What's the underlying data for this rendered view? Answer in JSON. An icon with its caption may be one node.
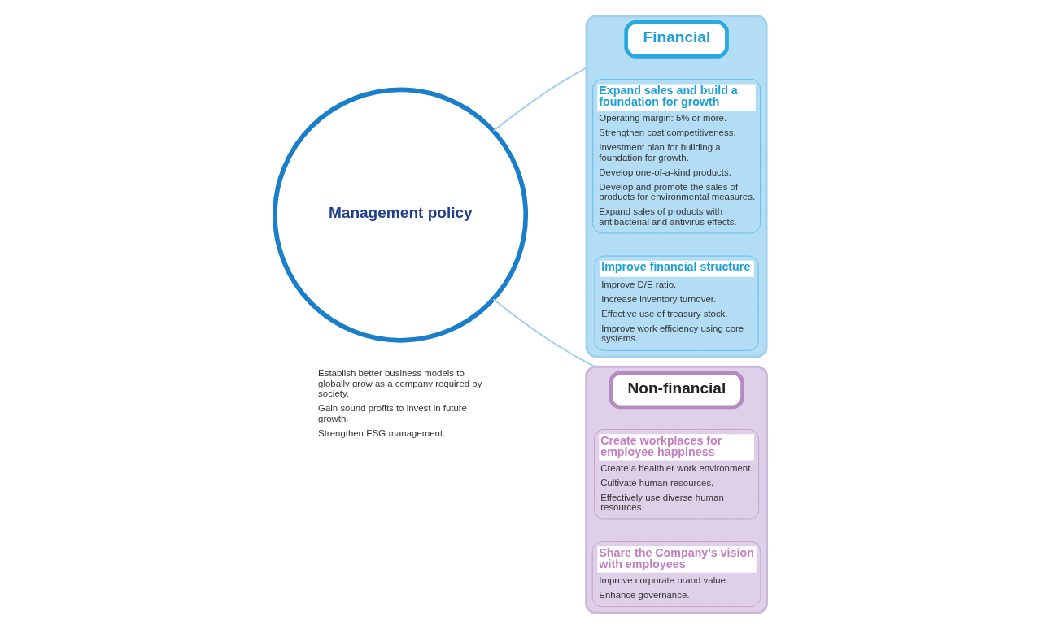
{
  "diagram": {
    "nodes": [
      {
        "text": [
          "Management policy"
        ],
        "beside": [
          "Establish better business models to globally grow as a company required by society.",
          "Gain sound profits to invest in future growth.",
          "Strengthen ESG management."
        ]
      },
      {
        "text": [],
        "shape": "cylinder"
      },
      {
        "text": [
          "Financial"
        ],
        "in": 1
      },
      {
        "text": [
          "Expand sales and build a foundation for growth",
          "Operating margin: 5% or more.",
          "Strengthen cost competitiveness.",
          "Investment plan for building a foundation for growth.",
          "Develop one-of-a-kind products.",
          "Develop and promote the sales of products for environmental measures.",
          "Expand sales of products with antibacterial and antivirus effects."
        ],
        "in": 1
      },
      {
        "text": [
          "Improve financial structure",
          "Improve D/E ratio.",
          "Increase inventory turnover.",
          "Effective use of treasury stock.",
          "Improve work efficiency using core systems."
        ],
        "in": 1
      },
      {
        "text": [],
        "shape": "cylinder"
      },
      {
        "text": [
          "Non-financial"
        ],
        "in": 5
      },
      {
        "text": [
          "Create workplaces for employee happiness",
          "Create a healthier work environment.",
          "Cultivate human resources.",
          "Effectively use diverse human resources."
        ],
        "in": 5
      },
      {
        "text": [
          "Share the Company’s vision with employees",
          "Improve corporate brand value.",
          "Enhance governance."
        ],
        "in": 5
      }
    ],
    "edges": [
      {
        "from": 0,
        "to": 1,
        "arrow": "none"
      },
      {
        "from": 0,
        "to": 5,
        "arrow": "none"
      }
    ]
  }
}
